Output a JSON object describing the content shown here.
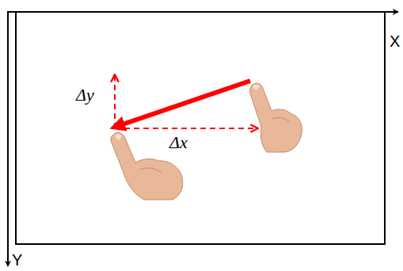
{
  "diagram": {
    "labels": [
      "X",
      "Y",
      "Δy",
      "Δx"
    ]
  }
}
